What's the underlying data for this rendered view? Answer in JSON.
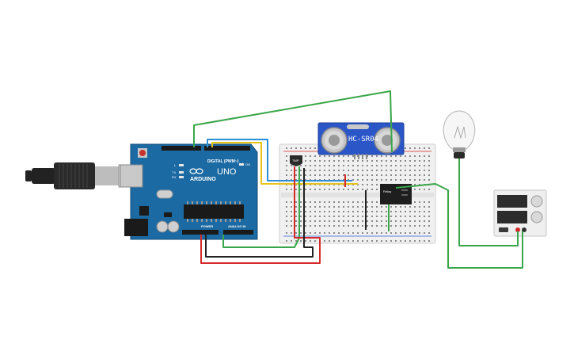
{
  "arduino": {
    "brand": "ARDUINO",
    "model": "UNO",
    "header_digital": "DIGITAL (PWM~)",
    "header_power": "POWER",
    "header_analog": "ANALOG IN",
    "led_tx": "TX",
    "led_rx": "RX",
    "led_l": "L",
    "led_on": "ON"
  },
  "sensor": {
    "model": "HC-SR04"
  },
  "temp_sensor": {
    "label": "TMP"
  },
  "relay": {
    "label": "Relay"
  },
  "colors": {
    "board": "#1c6aa3",
    "wire_green": "#3aa64a",
    "wire_yellow": "#e8c515",
    "wire_blue": "#2b8fd6",
    "wire_red": "#d42a2a",
    "wire_black": "#222222",
    "sensor_blue": "#2a56c8",
    "breadboard": "#f0f0f0"
  }
}
